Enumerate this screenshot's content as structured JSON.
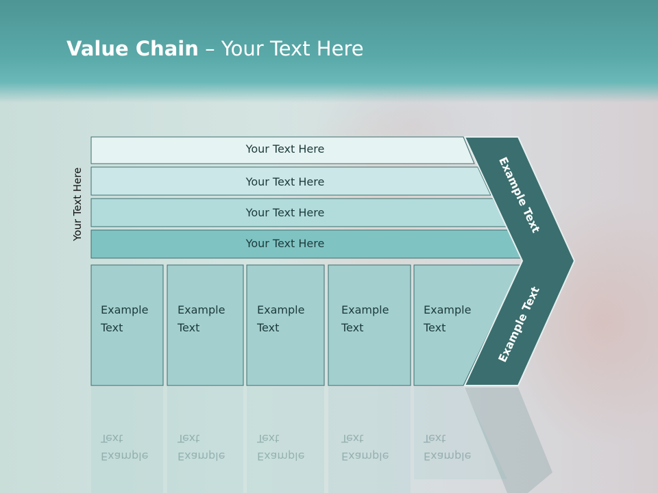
{
  "title": {
    "bold": "Value Chain",
    "rest": " – Your Text Here"
  },
  "side_label": "Your Text Here",
  "bars": [
    "Your Text Here",
    "Your Text Here",
    "Your Text Here",
    "Your Text Here"
  ],
  "cells": [
    [
      "Example",
      "Text"
    ],
    [
      "Example",
      "Text"
    ],
    [
      "Example",
      "Text"
    ],
    [
      "Example",
      "Text"
    ],
    [
      "Example",
      "Text"
    ]
  ],
  "arrow_labels": {
    "upper": "Example Text",
    "lower": "Example Text"
  },
  "colors": {
    "dark_teal": "#3b6e6e",
    "bar1": "#e6f3f3",
    "bar2": "#cbe7e7",
    "bar3": "#b2dcdc",
    "bar4": "#80c3c3",
    "cell": "#a3cfcf"
  }
}
